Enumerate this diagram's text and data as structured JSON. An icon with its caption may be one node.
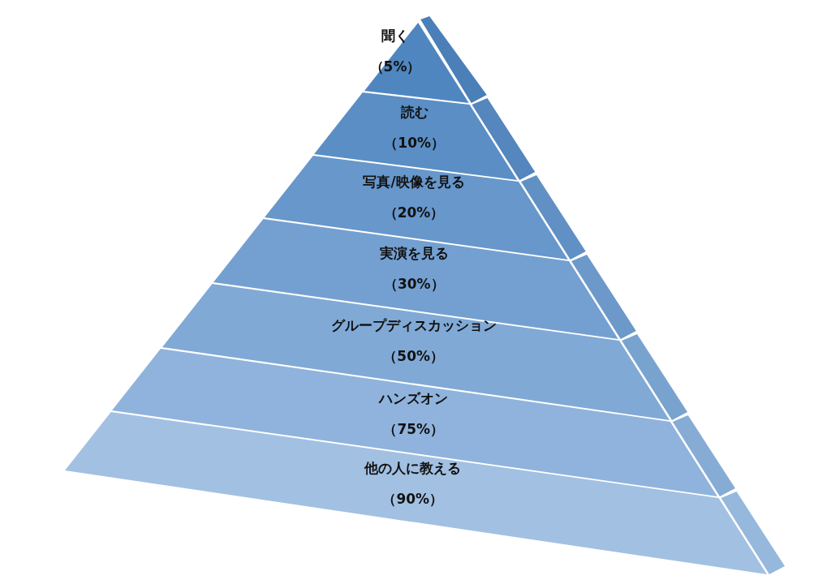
{
  "diagram": {
    "nodes": [
      {
        "text": [
          "聞く",
          "（5%）"
        ]
      },
      {
        "text": [
          "読む",
          "（10%）"
        ]
      },
      {
        "text": [
          "写真/映像を見る",
          "（20%）"
        ]
      },
      {
        "text": [
          "実演を見る",
          "（30%）"
        ]
      },
      {
        "text": [
          "グループディスカッション",
          "（50%）"
        ]
      },
      {
        "text": [
          "ハンズオン",
          "（75%）"
        ]
      },
      {
        "text": [
          "他の人に教える",
          "（90%）"
        ]
      }
    ]
  }
}
